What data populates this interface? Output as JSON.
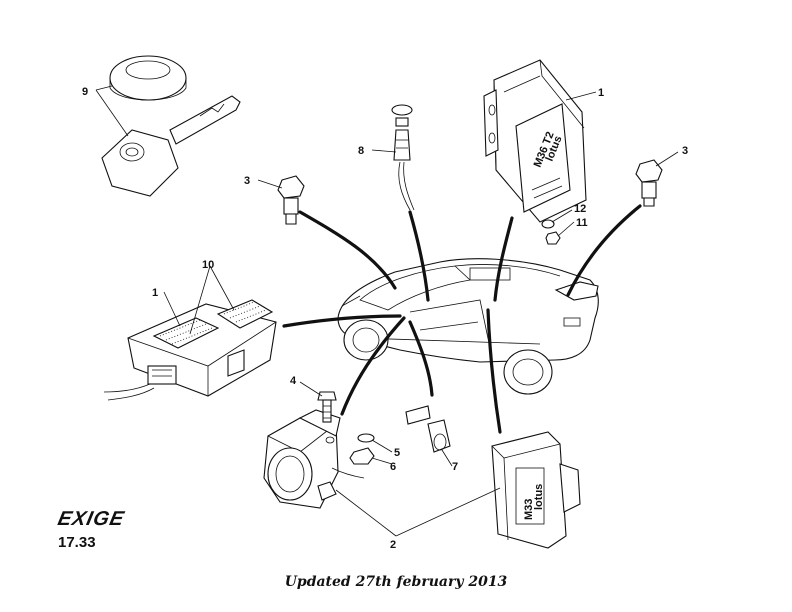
{
  "callouts": {
    "c1a": "1",
    "c1b": "1",
    "c2": "2",
    "c3a": "3",
    "c3b": "3",
    "c4": "4",
    "c5": "5",
    "c6": "6",
    "c7": "7",
    "c8": "8",
    "c9": "9",
    "c10": "10",
    "c11": "11",
    "c12": "12"
  },
  "part_markings": {
    "module_top_line1": "M36 T2",
    "module_top_line2": "lotus",
    "module_bottom_line1": "M33",
    "module_bottom_line2": "lotus"
  },
  "footer": {
    "model_name": "EXIGE",
    "page_number": "17.33",
    "update_note": "Updated 27th february 2013"
  }
}
